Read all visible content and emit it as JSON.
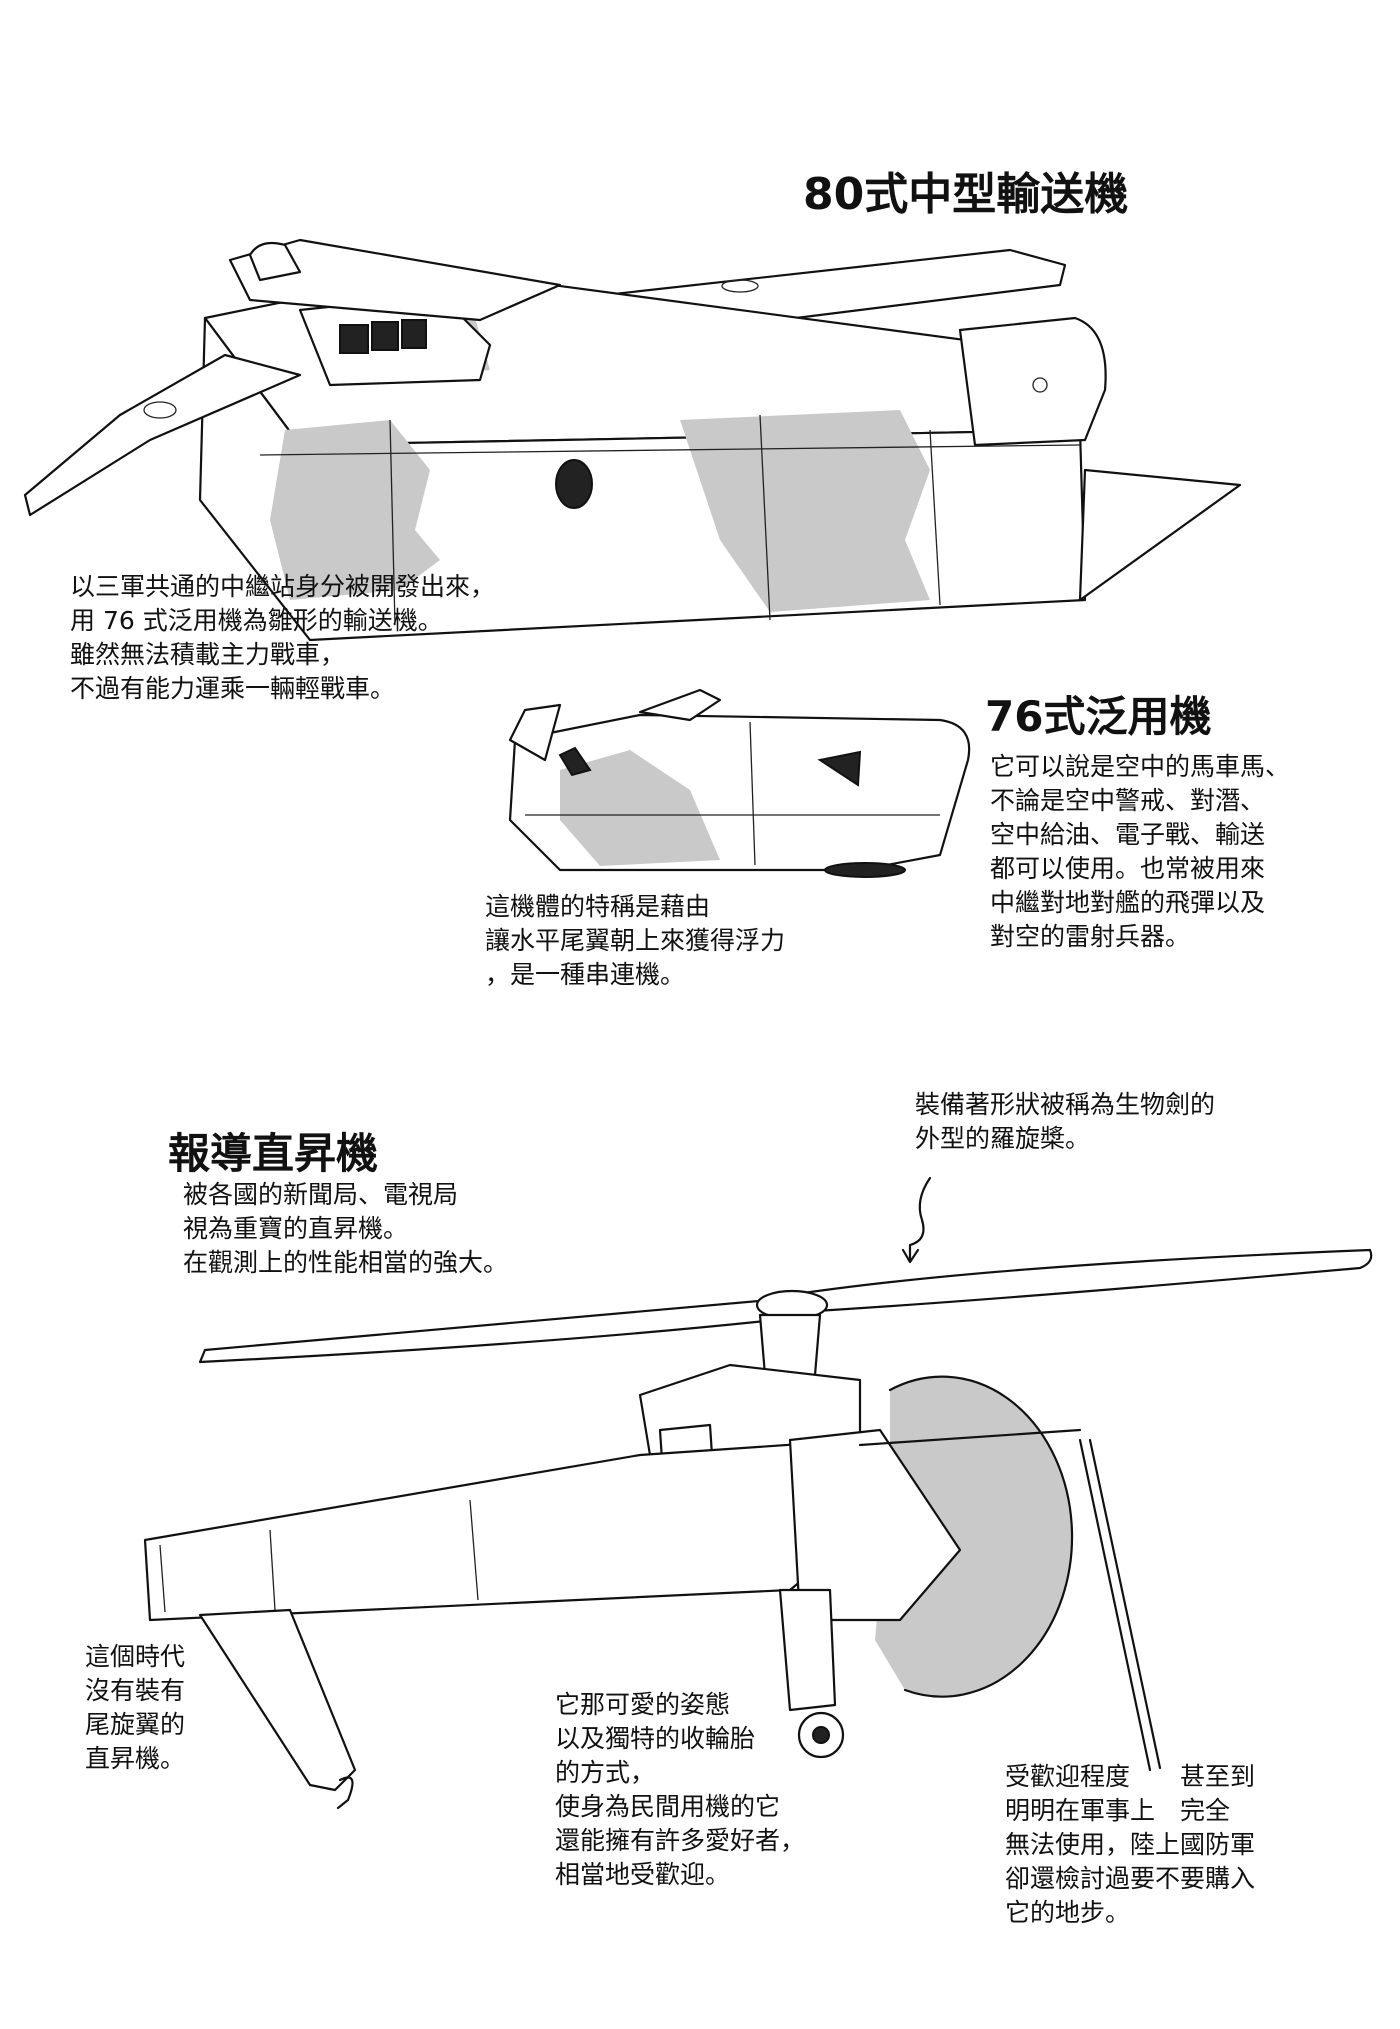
{
  "sections": {
    "transport": {
      "title": "80式中型輸送機",
      "caption": [
        "以三軍共通的中繼站身分被開發出來，",
        "用 76 式泛用機為雛形的輸送機。",
        "雖然無法積載主力戰車，",
        "不過有能力運乘一輛輕戰車。"
      ]
    },
    "utility": {
      "title": "76式泛用機",
      "caption": [
        "它可以說是空中的馬車馬、",
        "不論是空中警戒、對潛、",
        "空中給油、電子戰、輸送",
        "都可以使用。也常被用來",
        "中繼對地對艦的飛彈以及",
        "對空的雷射兵器。"
      ],
      "note": [
        "這機體的特稱是藉由",
        "讓水平尾翼朝上來獲得浮力",
        "，是一種串連機。"
      ]
    },
    "news_heli": {
      "title": "報導直昇機",
      "caption": [
        "被各國的新聞局、電視局",
        "視為重寶的直昇機。",
        "在觀測上的性能相當的強大。"
      ],
      "rotor_note": [
        "裝備著形狀被稱為生物劍的",
        "外型的羅旋槳。"
      ],
      "tail_note": [
        "這個時代",
        "沒有裝有",
        "尾旋翼的",
        "直昇機。"
      ],
      "gear_note": [
        "它那可愛的姿態",
        "以及獨特的收輪胎",
        "的方式，",
        "使身為民間用機的它",
        "還能擁有許多愛好者，",
        "相當地受歡迎。"
      ],
      "popularity_note": [
        "受歡迎程度　　甚至到",
        "明明在軍事上　完全",
        "無法使用，陸上國防軍",
        "卻還檢討過要不要購入",
        "它的地步。"
      ]
    }
  }
}
